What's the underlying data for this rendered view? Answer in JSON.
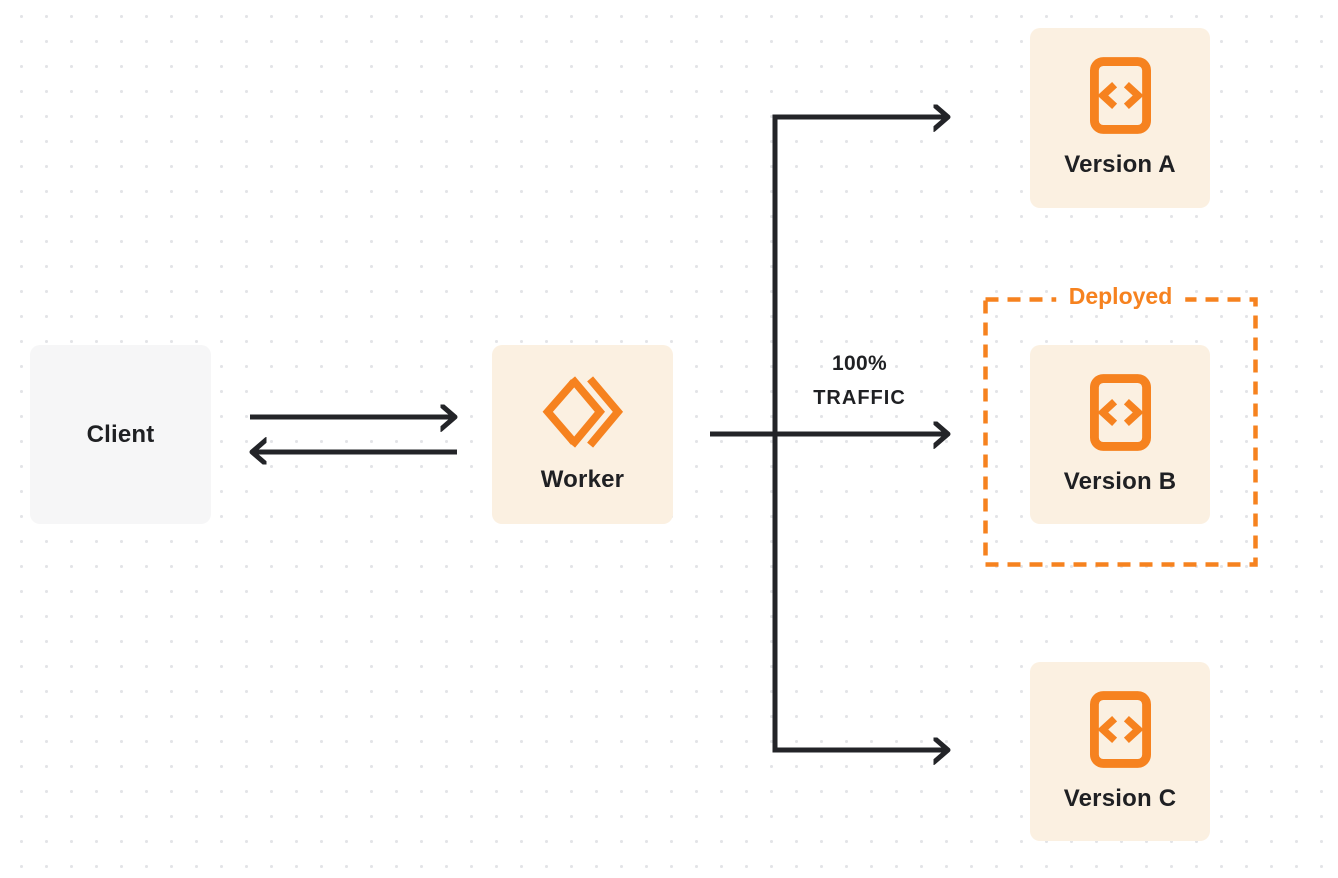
{
  "colors": {
    "background": "#ffffff",
    "dot": "#e3e4e7",
    "accent": "#f6821f",
    "node_cream": "#fbf0e1",
    "node_gray": "#f6f6f7",
    "line": "#232428",
    "text": "#1f2023"
  },
  "nodes": {
    "client": {
      "label": "Client"
    },
    "worker": {
      "label": "Worker",
      "icon": "cloudflare-workers-logo-icon"
    },
    "versions": [
      {
        "label": "Version A",
        "icon": "code-file-icon"
      },
      {
        "label": "Version B",
        "icon": "code-file-icon"
      },
      {
        "label": "Version C",
        "icon": "code-file-icon"
      }
    ]
  },
  "annotations": {
    "traffic": {
      "line1": "100%",
      "line2": "TRAFFIC"
    },
    "deployed": "Deployed"
  }
}
